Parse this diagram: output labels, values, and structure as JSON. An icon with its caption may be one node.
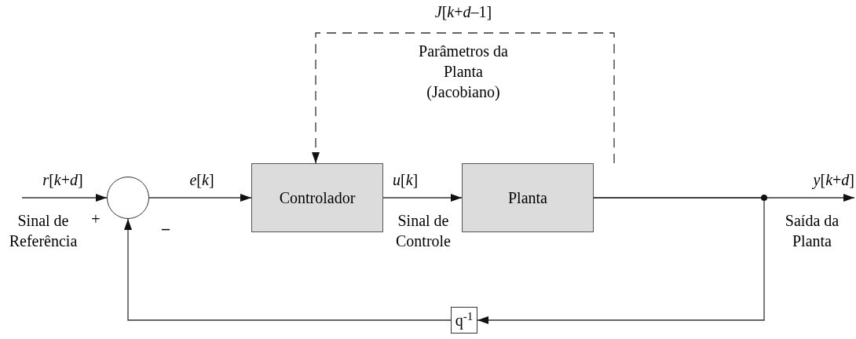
{
  "diagram": {
    "nodes": [
      {
        "text": [],
        "shape": "circle"
      },
      {
        "text": [
          "Controlador"
        ]
      },
      {
        "text": [
          "Planta"
        ]
      },
      {
        "text": [
          "q$^{-1}$"
        ]
      },
      {
        "text": [
          "*y*[*k*+*d*]"
        ],
        "beside": [
          "Saída da Planta"
        ]
      }
    ],
    "edges": [
      {
        "from": null,
        "to": 0,
        "arrow": "to"
      },
      {
        "from": 0,
        "to": 1,
        "arrow": "to"
      },
      {
        "from": 1,
        "to": 2,
        "arrow": "to"
      },
      {
        "from": 2,
        "to": 4,
        "arrow": "to"
      },
      {
        "from": 2,
        "to": 3,
        "arrow": "to"
      },
      {
        "from": 3,
        "to": 0,
        "arrow": "to"
      },
      {
        "from": 2,
        "to": 1,
        "arrow": "to",
        "style": "dashed"
      }
    ],
    "labels": [
      "*r*[*k*+*d*]",
      "Sinal de Referência",
      "+",
      "–",
      "*e*[*k*]",
      "*u*[*k*]",
      "Sinal de Controle",
      "*J*[*k*+*d*–1]",
      "Parâmetros da Planta (Jacobiano)"
    ]
  }
}
